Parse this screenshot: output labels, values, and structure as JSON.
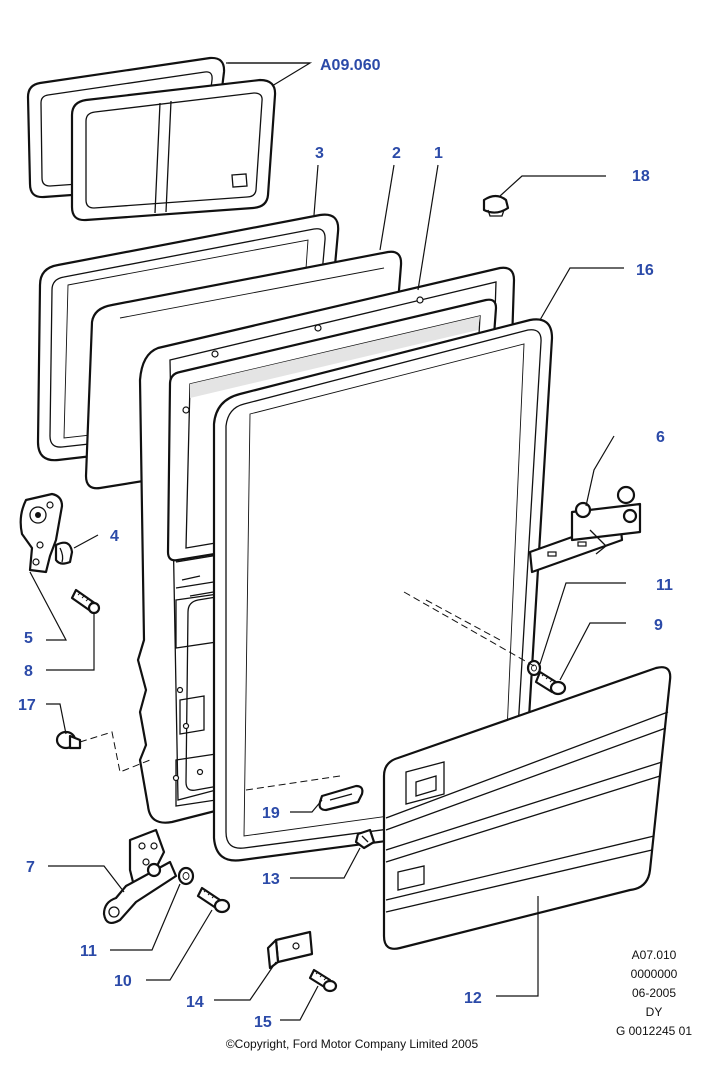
{
  "callouts": {
    "a09_060": "A09.060",
    "p1": "1",
    "p2": "2",
    "p3": "3",
    "p4": "4",
    "p5": "5",
    "p6": "6",
    "p7": "7",
    "p8": "8",
    "p9": "9",
    "p10": "10",
    "p11_right": "11",
    "p11_left": "11",
    "p12": "12",
    "p13": "13",
    "p14": "14",
    "p15": "15",
    "p16": "16",
    "p17": "17",
    "p18": "18",
    "p19": "19"
  },
  "meta": {
    "line1": "A07.010",
    "line2": "0000000",
    "line3": "06-2005",
    "line4": "DY",
    "line5": "G 0012245 01"
  },
  "copyright": "©Copyright, Ford Motor Company Limited 2005",
  "colors": {
    "callout": "#2b4aa8",
    "line": "#111111"
  }
}
